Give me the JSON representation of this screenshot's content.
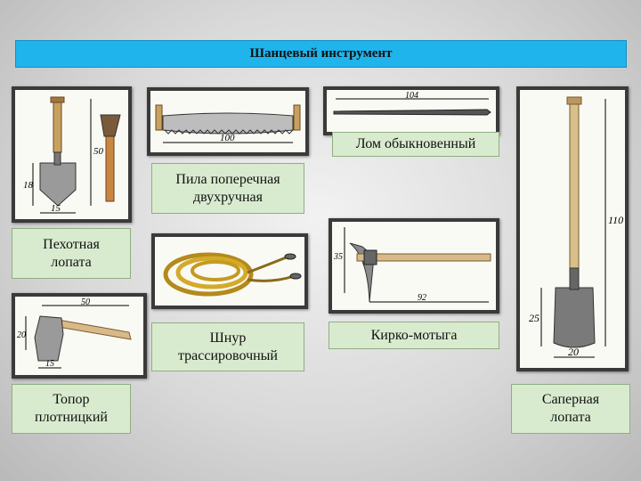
{
  "title": "Шанцевый инструмент",
  "labels": {
    "crowbar": "Лом обыкновенный",
    "saw_line1": "Пила поперечная",
    "saw_line2": "двухручная",
    "infantry_line1": "Пехотная",
    "infantry_line2": "лопата",
    "cord_line1": "Шнур",
    "cord_line2": "трассировочный",
    "pickaxe": "Кирко-мотыга",
    "axe_line1": "Топор",
    "axe_line2": "плотницкий",
    "sapper_line1": "Саперная",
    "sapper_line2": "лопата"
  },
  "dims": {
    "shovel_height": "50",
    "shovel_blade_h": "18",
    "shovel_blade_w": "15",
    "saw_length": "100",
    "crowbar_length": "104",
    "pick_height": "35",
    "pick_length": "92",
    "axe_length": "50",
    "axe_height": "20",
    "axe_width": "15",
    "sapper_total": "110",
    "sapper_blade_h": "25",
    "sapper_blade_w": "20"
  }
}
